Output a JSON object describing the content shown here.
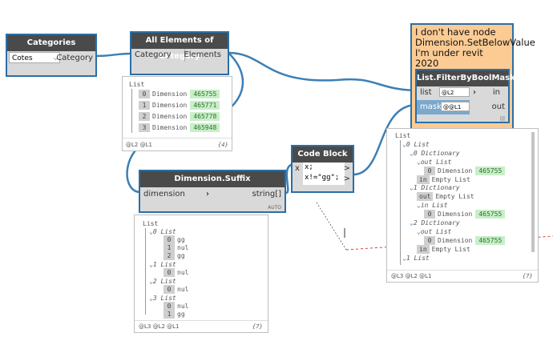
{
  "note": {
    "lines": [
      "I don't have node",
      "Dimension.SetBelowValue",
      "I'm under revit 2020"
    ]
  },
  "categories_node": {
    "title": "Categories",
    "dropdown_value": "Cotes",
    "output": "Category"
  },
  "all_elements_node": {
    "title": "All Elements of Category",
    "input": "Category",
    "output": "Elements",
    "preview": {
      "root": "List",
      "items": [
        {
          "i": "0",
          "type": "Dimension",
          "id": "465755"
        },
        {
          "i": "1",
          "type": "Dimension",
          "id": "465771"
        },
        {
          "i": "2",
          "type": "Dimension",
          "id": "465778"
        },
        {
          "i": "3",
          "type": "Dimension",
          "id": "465948"
        }
      ],
      "levels": "@L2 @L1",
      "count": "{4}"
    }
  },
  "suffix_node": {
    "title": "Dimension.Suffix",
    "input": "dimension",
    "output": "string[]",
    "lacing": "AUTO",
    "preview": {
      "root": "List",
      "groups": [
        {
          "label": "0 List",
          "items": [
            {
              "i": "0",
              "v": "gg"
            },
            {
              "i": "1",
              "v": "nul"
            },
            {
              "i": "2",
              "v": "gg"
            }
          ]
        },
        {
          "label": "1 List",
          "items": [
            {
              "i": "0",
              "v": "nul"
            }
          ]
        },
        {
          "label": "2 List",
          "items": [
            {
              "i": "0",
              "v": "nul"
            }
          ]
        },
        {
          "label": "3 List",
          "items": [
            {
              "i": "0",
              "v": "nul"
            },
            {
              "i": "1",
              "v": "gg"
            }
          ]
        }
      ],
      "levels": "@L3 @L2 @L1",
      "count": "{7}"
    }
  },
  "code_block": {
    "title": "Code Block",
    "input": "x",
    "line1": "x;",
    "line2": "x!=\"gg\";",
    "out": ">"
  },
  "filter_node": {
    "title": "List.FilterByBoolMask",
    "input_list": "list",
    "input_list_level": "@L2",
    "input_mask": "mask",
    "input_mask_level": "@@L1",
    "output_in": "in",
    "output_out": "out",
    "lacing": "|||"
  },
  "filter_preview": {
    "rows": [
      {
        "ind": 0,
        "text": "List"
      },
      {
        "ind": 1,
        "text": "0 List"
      },
      {
        "ind": 2,
        "text": "0 Dictionary"
      },
      {
        "ind": 3,
        "text": "out List"
      },
      {
        "ind": 4,
        "idx": "0",
        "text": "Dimension",
        "val": "465755"
      },
      {
        "ind": 3,
        "idx": "in",
        "text": "Empty List"
      },
      {
        "ind": 2,
        "text": "1 Dictionary"
      },
      {
        "ind": 3,
        "idx": "out",
        "text": "Empty List"
      },
      {
        "ind": 3,
        "text": "in List"
      },
      {
        "ind": 4,
        "idx": "0",
        "text": "Dimension",
        "val": "465755"
      },
      {
        "ind": 2,
        "text": "2 Dictionary"
      },
      {
        "ind": 3,
        "text": "out List"
      },
      {
        "ind": 4,
        "idx": "0",
        "text": "Dimension",
        "val": "465755"
      },
      {
        "ind": 3,
        "idx": "in",
        "text": "Empty List"
      },
      {
        "ind": 1,
        "text": "1 List"
      }
    ],
    "levels": "@L3 @L2 @L1",
    "count": "{7}"
  }
}
